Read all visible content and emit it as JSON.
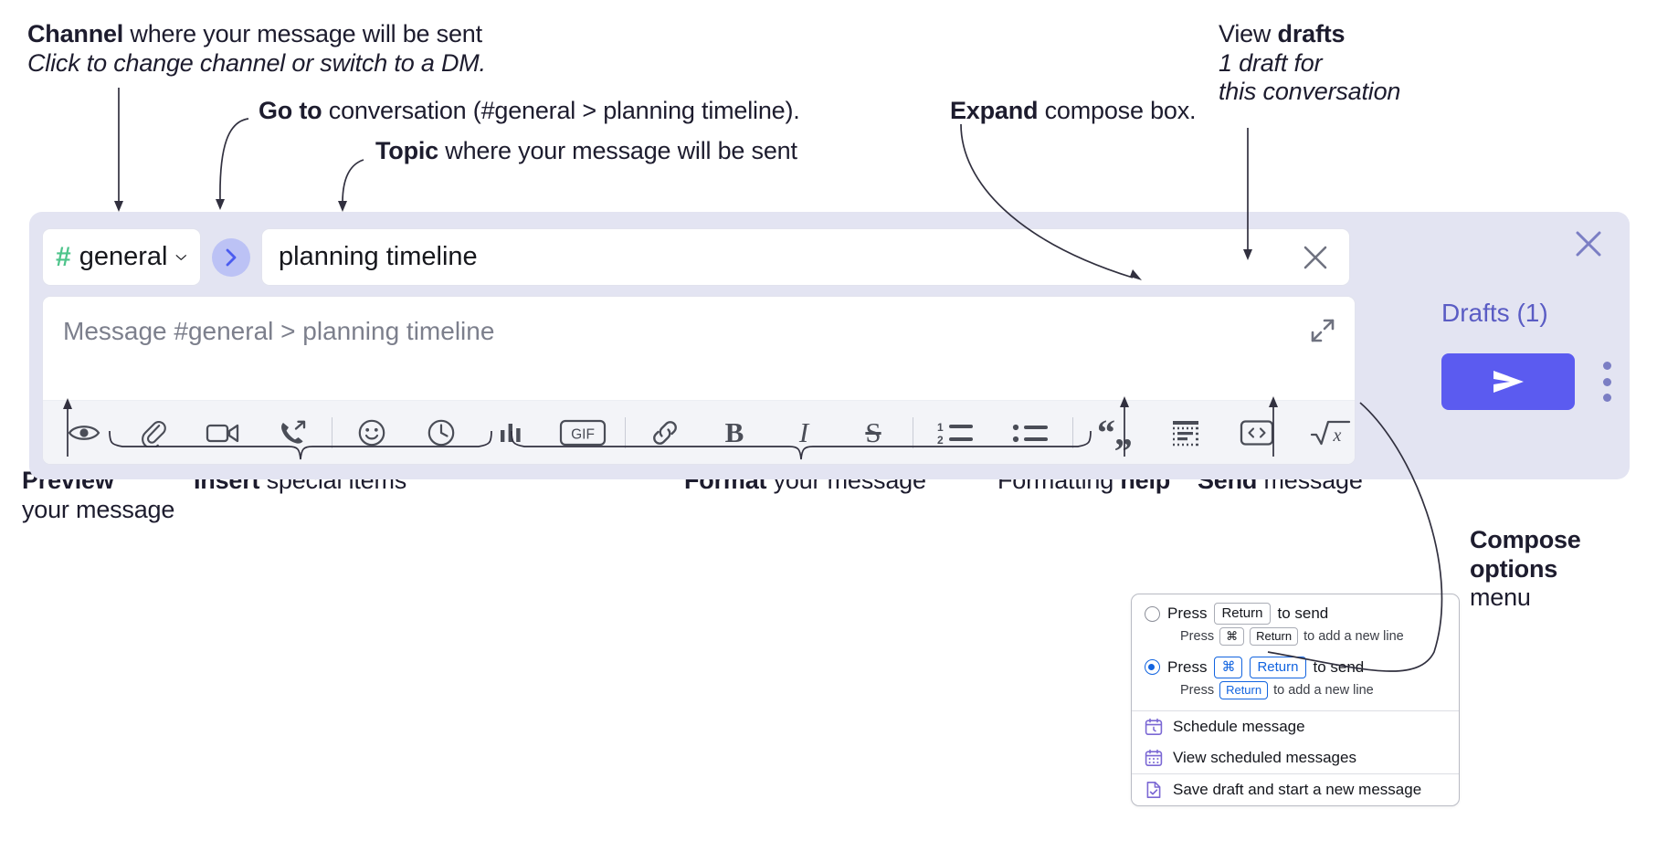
{
  "annotations": {
    "channel": {
      "title_bold": "Channel",
      "title_rest": " where your message will be sent",
      "subtitle": "Click to change channel or switch to a DM."
    },
    "goto": {
      "bold": "Go to",
      "rest": " conversation (#general > planning timeline)."
    },
    "topic": {
      "bold": "Topic",
      "rest": " where your message will be sent"
    },
    "expand": {
      "bold": "Expand",
      "rest": " compose box."
    },
    "drafts": {
      "line1_rest": "View ",
      "line1_bold": "drafts",
      "line2": "1 draft for",
      "line3": "this conversation"
    },
    "preview": {
      "bold": "Preview",
      "line2": "your message"
    },
    "insert": {
      "bold": "Insert",
      "rest": " special items"
    },
    "format": {
      "bold": "Format",
      "rest": " your message"
    },
    "help": {
      "rest": "Formatting ",
      "bold": "help"
    },
    "send": {
      "bold": "Send",
      "rest": " message"
    },
    "compose_options": {
      "line1": "Compose",
      "line2": "options",
      "line3": "menu"
    }
  },
  "compose": {
    "channel": {
      "hash": "#",
      "name": "general",
      "chevron_icon": "chevron-down-icon"
    },
    "goto_button": {
      "icon": "chevron-right-icon"
    },
    "topic": {
      "value": "planning timeline",
      "clear_icon": "close-icon"
    },
    "message": {
      "placeholder": "Message #general > planning timeline",
      "value": ""
    },
    "expand_icon": "expand-diagonal-icon",
    "panel_close_icon": "close-icon",
    "drafts_label": "Drafts (1)",
    "send_icon": "send-paper-plane-icon",
    "options_icon": "kebab-menu-icon",
    "toolbar": [
      {
        "name": "preview-button",
        "icon": "eye-icon"
      },
      {
        "name": "attach-file-button",
        "icon": "paperclip-icon"
      },
      {
        "name": "record-video-button",
        "icon": "video-camera-icon"
      },
      {
        "name": "record-audio-button",
        "icon": "phone-arrow-icon"
      },
      {
        "name": "separator-1",
        "icon": "separator"
      },
      {
        "name": "emoji-button",
        "icon": "smiley-icon"
      },
      {
        "name": "reminder-button",
        "icon": "clock-icon"
      },
      {
        "name": "poll-button",
        "icon": "bar-chart-icon"
      },
      {
        "name": "gif-button",
        "icon": "gif-icon"
      },
      {
        "name": "separator-2",
        "icon": "separator"
      },
      {
        "name": "link-button",
        "icon": "link-icon"
      },
      {
        "name": "bold-button",
        "icon": "bold-icon",
        "label": "B"
      },
      {
        "name": "italic-button",
        "icon": "italic-icon",
        "label": "I"
      },
      {
        "name": "strikethrough-button",
        "icon": "strikethrough-icon",
        "label": "S"
      },
      {
        "name": "separator-3",
        "icon": "separator"
      },
      {
        "name": "ordered-list-button",
        "icon": "ordered-list-icon"
      },
      {
        "name": "bulleted-list-button",
        "icon": "bulleted-list-icon"
      },
      {
        "name": "separator-4",
        "icon": "separator"
      },
      {
        "name": "blockquote-button",
        "icon": "quote-icon"
      },
      {
        "name": "code-block-button",
        "icon": "code-block-icon"
      },
      {
        "name": "inline-code-button",
        "icon": "code-brackets-icon"
      },
      {
        "name": "math-button",
        "icon": "square-root-x-icon"
      },
      {
        "name": "separator-5",
        "icon": "separator"
      },
      {
        "name": "formatting-help-button",
        "icon": "question-mark-icon",
        "label": "?"
      }
    ]
  },
  "menu": {
    "options": [
      {
        "selected": false,
        "main_prefix": "Press ",
        "main_key": "Return",
        "main_suffix": " to send",
        "sub_prefix": "Press ",
        "sub_key1": "⌘",
        "sub_key2": "Return",
        "sub_suffix": " to add a new line"
      },
      {
        "selected": true,
        "main_prefix": "Press ",
        "main_key1": "⌘",
        "main_key2": "Return",
        "main_suffix": " to send",
        "sub_prefix": "Press ",
        "sub_key": "Return",
        "sub_suffix": " to add a new line"
      }
    ],
    "items": [
      {
        "icon": "calendar-clock-icon",
        "label": "Schedule message"
      },
      {
        "icon": "calendar-grid-icon",
        "label": "View scheduled messages"
      },
      {
        "icon": "file-check-icon",
        "label": "Save draft and start a new message"
      }
    ]
  },
  "colors": {
    "accent_purple": "#5b5bf0",
    "panel_bg": "#e3e4f2",
    "channel_hash_green": "#4ec48b",
    "drafts_text": "#5a5cc4",
    "menu_blue": "#1264e0",
    "menu_icon_purple": "#7b7ec4",
    "annotation_text": "#1d1c2e"
  }
}
